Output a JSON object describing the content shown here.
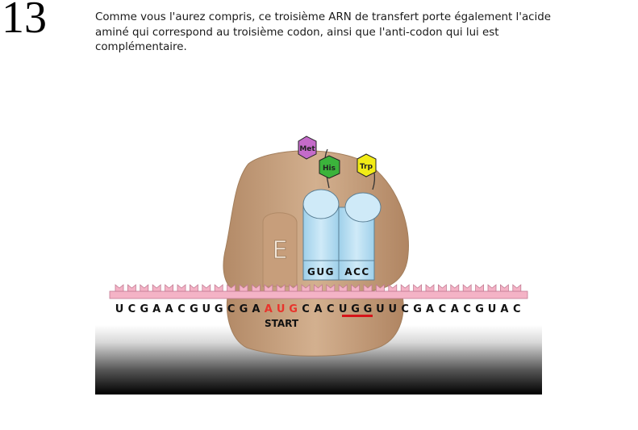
{
  "step_number": "13",
  "caption": "Comme vous l'aurez compris, ce troisième ARN de transfert porte également l'acide aminé qui correspond au troisième codon, ainsi que l'anti-codon qui lui est complémentaire.",
  "diagram": {
    "amino_acids": {
      "met": "Met",
      "his": "His",
      "trp": "Trp"
    },
    "site_label": "E",
    "anticodons": [
      "GUG",
      "ACC"
    ],
    "mrna_bases": [
      "U",
      "C",
      "G",
      "A",
      "A",
      "C",
      "G",
      "U",
      "G",
      "C",
      "G",
      "A",
      "A",
      "U",
      "G",
      "C",
      "A",
      "C",
      "U",
      "G",
      "G",
      "U",
      "U",
      "C",
      "G",
      "A",
      "C",
      "A",
      "C",
      "G",
      "U",
      "A",
      "C"
    ],
    "start_label": "START",
    "colors": {
      "ribosome": "#c9a583",
      "trna": "#b7def1",
      "met": "#c46bc9",
      "his": "#3bb33b",
      "trp": "#f2ec16",
      "mrna_backbone": "#f4b3c6",
      "start_codon": "#e8342c",
      "underline": "#d7141a"
    }
  }
}
